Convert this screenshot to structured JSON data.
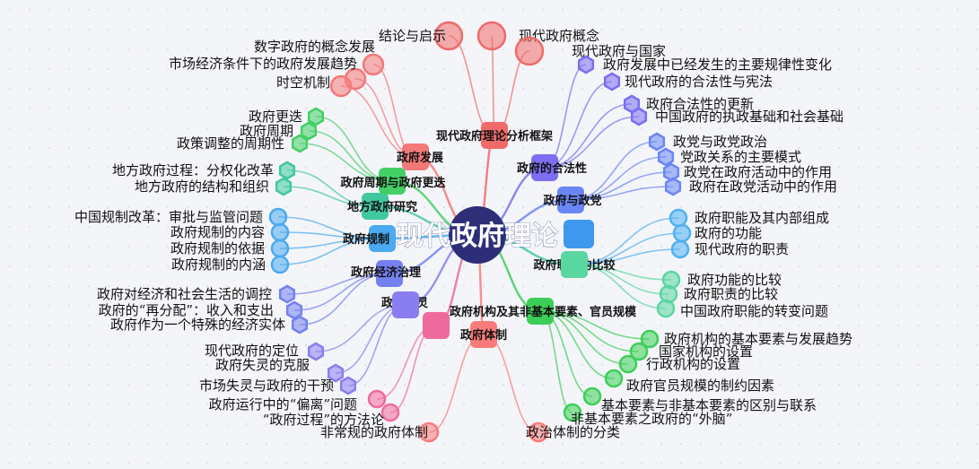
{
  "center": {
    "label": "现代政府理论",
    "color": "#2d2e77"
  },
  "branches": [
    {
      "label": "现代政府理论分析框架",
      "color": "#f06a6a",
      "leaves": [
        "现代政府概念",
        "现代政府与国家",
        "结论与启示"
      ]
    },
    {
      "label": "政府的合法性",
      "color": "#7b6ef2",
      "leaves": [
        "政府发展中已经发生的主要规律性变化",
        "现代政府的合法性与宪法",
        "政府合法性的更新",
        "中国政府的执政基础和社会基础"
      ]
    },
    {
      "label": "政府与政党",
      "color": "#6a86f5",
      "leaves": [
        "政党与政党政治",
        "党政关系的主要模式",
        "政党在政府活动中的作用",
        "政府在政党活动中的作用"
      ]
    },
    {
      "label": "政府职能的比较",
      "color": "#4fb0f3",
      "leaves": [
        "政府职能及其内部组成",
        "政府的功能",
        "现代政府的职责"
      ]
    },
    {
      "label": "政府功能的比较",
      "color": "#5ad6a0",
      "leaves": [
        "政府功能的比较",
        "政府职责的比较",
        "中国政府职能的转变问题"
      ]
    },
    {
      "label": "政府机构及其非基本要素、官员规模",
      "color": "#3ccf57",
      "leaves": [
        "政府机构的基本要素与发展趋势",
        "国家机构的设置",
        "行政机构的设置",
        "政府官员规模的制约因素",
        "基本要素与非基本要素的区别与联系",
        "非基本要素之政府的“外脑”"
      ]
    },
    {
      "label": "政府体制",
      "color": "#fa7b7b",
      "leaves": [
        "政治体制的分类",
        "非常规的政府体制"
      ]
    },
    {
      "label": "政府失灵",
      "color": "#ef6a9c",
      "leaves": [
        "“政府过程”的方法论",
        "政府运行中的“偏离”问题"
      ]
    },
    {
      "label": "政府失灵",
      "color": "#8a7df0",
      "leaves": [
        "市场失灵与政府的干预",
        "政府失灵的克服",
        "现代政府的定位"
      ]
    },
    {
      "label": "政府经济治理",
      "color": "#7381f0",
      "leaves": [
        "政府对经济和社会生活的调控",
        "政府的“再分配”：收入和支出",
        "政府作为一个特殊的经济实体"
      ]
    },
    {
      "label": "政府规制",
      "color": "#4aa9f0",
      "leaves": [
        "中国规制改革：审批与监管问题",
        "政府规制的内容",
        "政府规制的依据",
        "政府规制的内涵"
      ]
    },
    {
      "label": "地方政府研究",
      "color": "#40c8a0",
      "leaves": [
        "地方政府过程：分权化改革",
        "地方政府的结构和组织"
      ]
    },
    {
      "label": "政府周期与政府更迭",
      "color": "#44cf66",
      "leaves": [
        "政府更迭",
        "政府周期",
        "政策调整的周期性"
      ]
    },
    {
      "label": "政府发展",
      "color": "#f37878",
      "leaves": [
        "数字政府的概念发展",
        "市场经济条件下的政府发展趋势",
        "时空机制"
      ]
    }
  ]
}
